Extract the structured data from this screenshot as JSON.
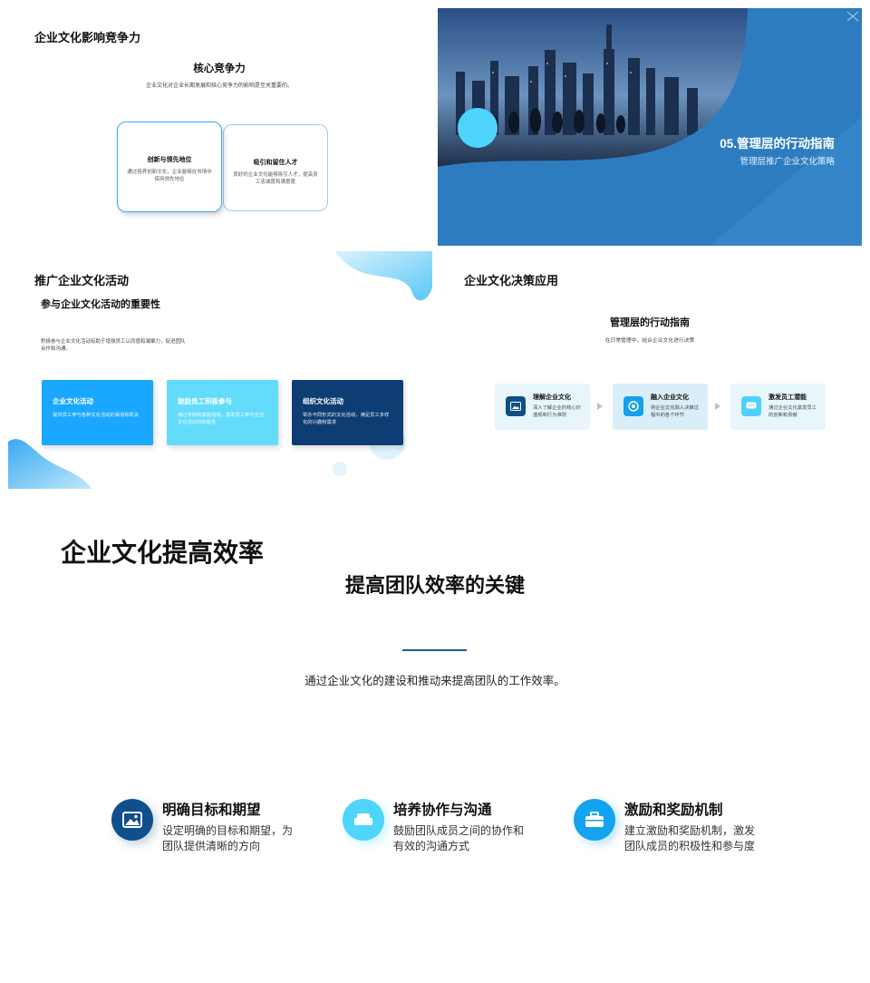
{
  "slide1": {
    "title": "企业文化影响竞争力",
    "subtitle": "核心竞争力",
    "description": "企业文化对企业长期发展和核心竞争力的影响是至关重要的。",
    "cards": [
      {
        "heading": "创新与领先地位",
        "text": "通过培养创新文化，企业能够在市场中保持领先地位"
      },
      {
        "heading": "吸引和留住人才",
        "text": "良好的企业文化能够吸引人才，提高员工忠诚度和满意度"
      }
    ]
  },
  "slide2": {
    "title": "05.管理层的行动指南",
    "subtitle": "管理层推广企业文化策略"
  },
  "slide3": {
    "title": "推广企业文化活动",
    "subtitle": "参与企业文化活动的重要性",
    "description": "积极参与企业文化活动有助于增强员工认同感和凝聚力，促进团队合作和沟通。",
    "boxes": [
      {
        "heading": "企业文化活动",
        "text": "提供员工参与各种文化活动的渠道和机会"
      },
      {
        "heading": "鼓励员工积极参与",
        "text": "通过奖励和激励措施，激发员工参与企业文化活动的积极性"
      },
      {
        "heading": "组织文化活动",
        "text": "举办不同形式的文化活动，满足员工多样化的兴趣和需求"
      }
    ]
  },
  "slide4": {
    "title": "企业文化决策应用",
    "subtitle": "管理层的行动指南",
    "description": "在日常管理中，结合企业文化进行决策",
    "steps": [
      {
        "heading": "理解企业文化",
        "text": "深入了解企业的核心价值观和行为准则",
        "icon": "image-icon"
      },
      {
        "heading": "融入企业文化",
        "text": "将企业文化融入决策过程中的各个环节",
        "icon": "target-icon"
      },
      {
        "heading": "激发员工潜能",
        "text": "通过企业文化激发员工的创新和贡献",
        "icon": "chat-icon"
      }
    ]
  },
  "slide5": {
    "title": "企业文化提高效率",
    "subtitle": "提高团队效率的关键",
    "description": "通过企业文化的建设和推动来提高团队的工作效率。",
    "features": [
      {
        "heading": "明确目标和期望",
        "text": "设定明确的目标和期望，为团队提供清晰的方向",
        "icon": "image-icon"
      },
      {
        "heading": "培养协作与沟通",
        "text": "鼓励团队成员之间的协作和有效的沟通方式",
        "icon": "sofa-icon"
      },
      {
        "heading": "激励和奖励机制",
        "text": "建立激励和奖励机制，激发团队成员的积极性和参与度",
        "icon": "briefcase-icon"
      }
    ]
  },
  "colors": {
    "navy": "#0f4f8b",
    "blue": "#14a3f0",
    "cyan": "#4fd4fb",
    "slideBlue": "#2e7cc0"
  }
}
